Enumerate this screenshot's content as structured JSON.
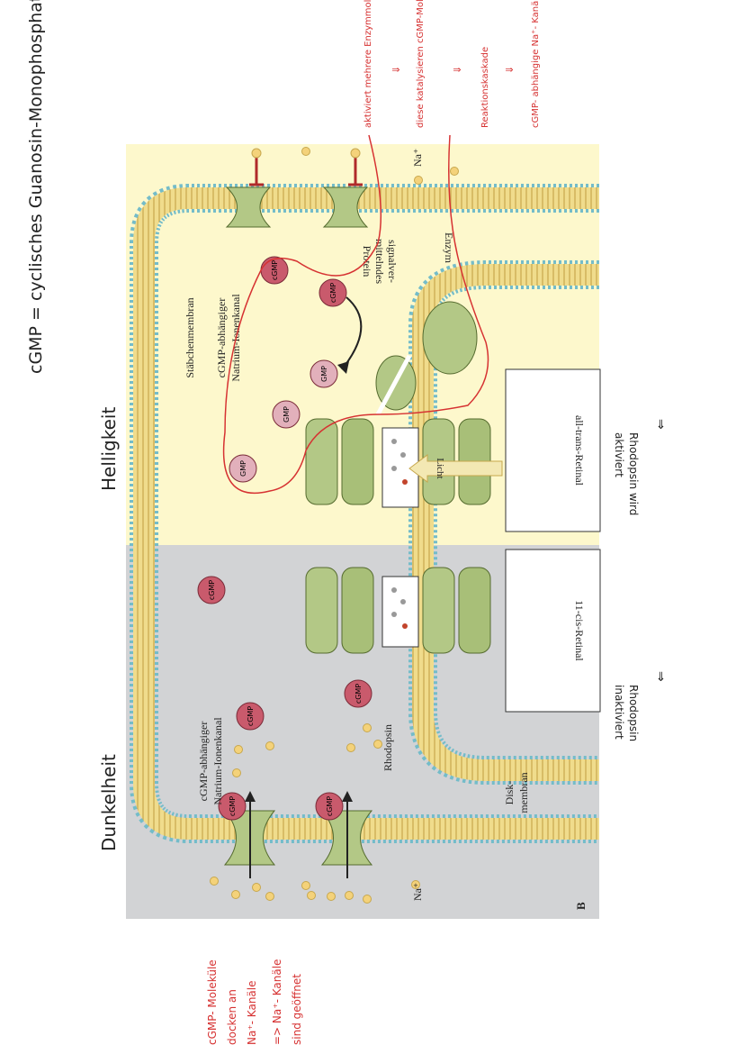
{
  "header_note": "cGMP = cyclisches Guanosin-Monophosphat",
  "panel_label": "B",
  "sections": {
    "dark": {
      "title": "Dunkelheit"
    },
    "light": {
      "title": "Helligkeit"
    }
  },
  "labels": {
    "rod_membrane": "Stäbchenmembran",
    "channel_light": [
      "cGMP-abhängiger",
      "Natrium-Ionenkanal"
    ],
    "channel_dark": [
      "cGMP-abhängiger",
      "Natrium-Ionenkanal"
    ],
    "rhodopsin": "Rhodopsin",
    "disk_membrane": [
      "Disk-",
      "membran"
    ],
    "signal_protein": [
      "signalver-",
      "mittelndes",
      "Protein"
    ],
    "enzyme": "Enzym",
    "light": "Licht",
    "retinal_cis": "11-cis-Retinal",
    "retinal_trans": "all-trans-Retinal",
    "na_ion": "Na⁺"
  },
  "molecules": {
    "cgmp": "cGMP",
    "gmp": "GMP"
  },
  "notes": {
    "dark_side": [
      "cGMP- Moleküle",
      "docken an",
      "Na⁺- Kanäle",
      "=> Na⁺- Kanäle",
      "sind geöffnet"
    ],
    "cascade": [
      "aktiviert mehrere Enzymmoleküle",
      "⇓",
      "diese katalysieren cGMP-Moleküle in GMP-Moleküle",
      "⇓",
      "Reaktionskaskade",
      "⇓",
      "cGMP- abhängige Na⁺- Kanäle sind geschlossen"
    ],
    "rhodopsin_inactive": [
      "Rhodopsin",
      "inaktiviert"
    ],
    "rhodopsin_active": [
      "Rhodopsin wird",
      "aktiviert"
    ],
    "arrow": "⇒"
  },
  "colors": {
    "dark_bg": "#d2d3d5",
    "light_bg": "#fdf8cc",
    "membrane": "#e6cf7a",
    "membrane_head": "#74bcc9",
    "protein": "#b3c886",
    "cgmp": "#c95a6c",
    "gmp": "#e2b0bb",
    "handwriting": "#d63232"
  }
}
